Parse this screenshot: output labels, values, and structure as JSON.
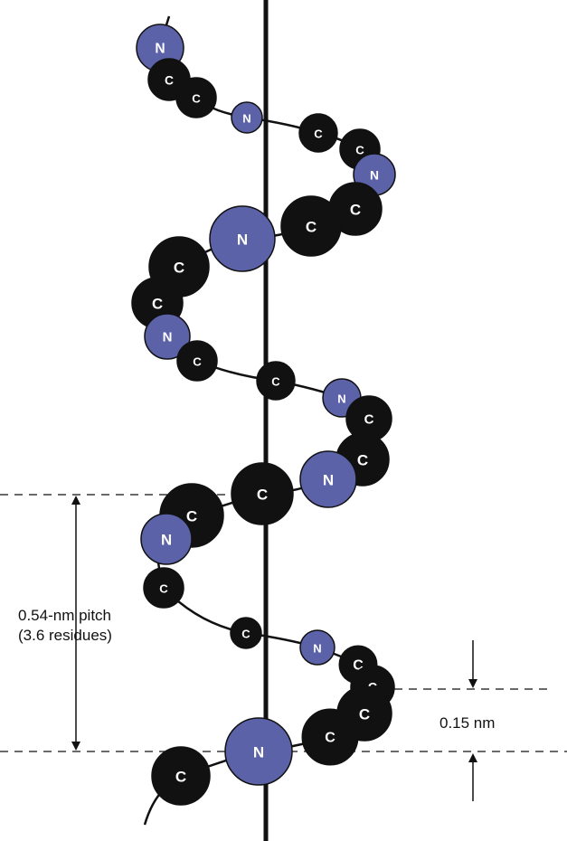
{
  "colors": {
    "nitrogen": "#5b62a8",
    "carbon": "#111111",
    "line": "#111111",
    "background": "#ffffff"
  },
  "atoms": [
    {
      "el": "N"
    },
    {
      "el": "C"
    },
    {
      "el": "C"
    },
    {
      "el": "N"
    },
    {
      "el": "C"
    },
    {
      "el": "C"
    },
    {
      "el": "N"
    },
    {
      "el": "C"
    },
    {
      "el": "C"
    },
    {
      "el": "N"
    },
    {
      "el": "C"
    },
    {
      "el": "C"
    },
    {
      "el": "N"
    },
    {
      "el": "C"
    },
    {
      "el": "C"
    },
    {
      "el": "N"
    },
    {
      "el": "C"
    },
    {
      "el": "C"
    },
    {
      "el": "N"
    },
    {
      "el": "C"
    },
    {
      "el": "C"
    },
    {
      "el": "N"
    },
    {
      "el": "C"
    },
    {
      "el": "C"
    },
    {
      "el": "N"
    },
    {
      "el": "C"
    },
    {
      "el": "C"
    },
    {
      "el": "N"
    },
    {
      "el": "C"
    }
  ],
  "annotations": {
    "pitch_line1": "0.54-nm pitch",
    "pitch_line2": "(3.6 residues)",
    "rise": "0.15 nm"
  }
}
